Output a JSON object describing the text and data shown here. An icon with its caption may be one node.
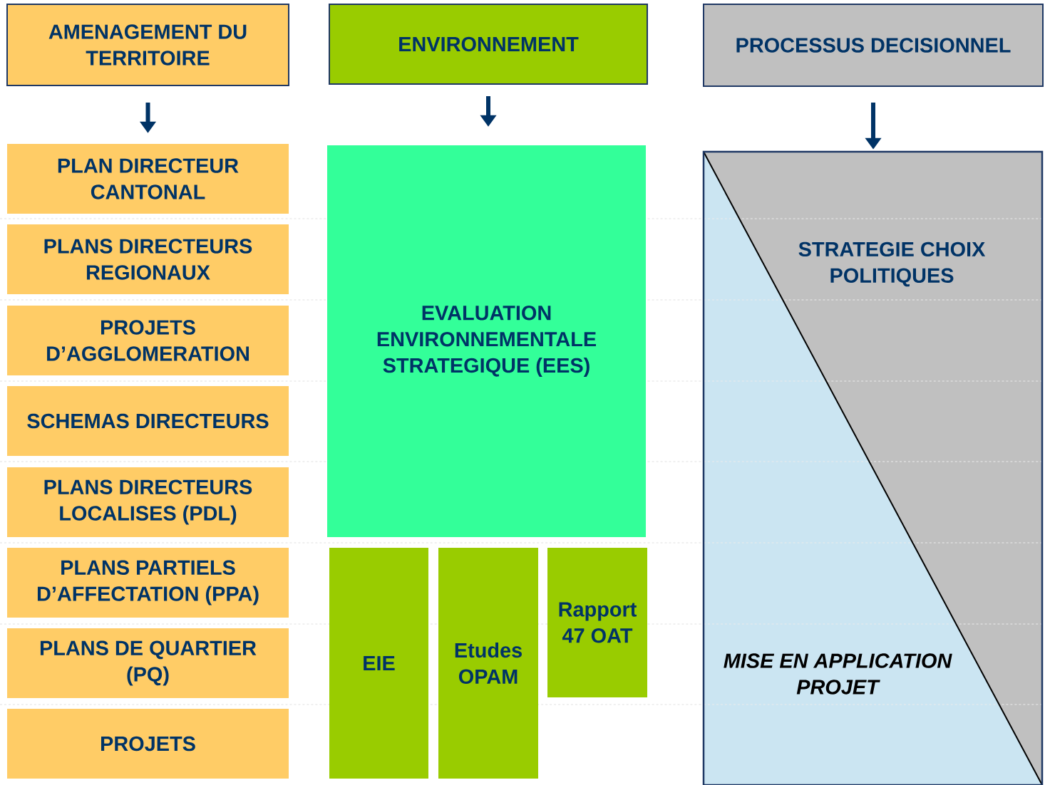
{
  "diagram": {
    "nodes": [
      {
        "text": [
          "AMENAGEMENT DU TERRITOIRE"
        ]
      },
      {
        "text": [
          "ENVIRONNEMENT"
        ]
      },
      {
        "text": [
          "PROCESSUS DECISIONNEL"
        ]
      },
      {
        "text": [
          "PLAN DIRECTEUR CANTONAL"
        ]
      },
      {
        "text": [
          "PLANS DIRECTEURS REGIONAUX"
        ]
      },
      {
        "text": [
          "PROJETS D’AGGLOMERATION"
        ]
      },
      {
        "text": [
          "SCHEMAS DIRECTEURS"
        ]
      },
      {
        "text": [
          "PLANS DIRECTEURS LOCALISES (PDL)"
        ]
      },
      {
        "text": [
          "PLANS PARTIELS D’AFFECTATION (PPA)"
        ]
      },
      {
        "text": [
          "PLANS DE QUARTIER (PQ)"
        ]
      },
      {
        "text": [
          "PROJETS"
        ]
      },
      {
        "text": [
          "EVALUATION ENVIRONNEMENTALE STRATEGIQUE (EES)"
        ]
      },
      {
        "text": [
          "EIE"
        ]
      },
      {
        "text": [
          "Etudes OPAM"
        ]
      },
      {
        "text": [
          "Rapport 47 OAT"
        ]
      },
      {
        "text": [
          "STRATEGIE CHOIX POLITIQUES",
          "MISE EN APPLICATION PROJET"
        ]
      }
    ],
    "edges": [
      {
        "from": 0,
        "to": 3,
        "arrow": "to"
      },
      {
        "from": 1,
        "to": 11,
        "arrow": "to"
      },
      {
        "from": 2,
        "to": 15,
        "arrow": "to"
      }
    ]
  }
}
